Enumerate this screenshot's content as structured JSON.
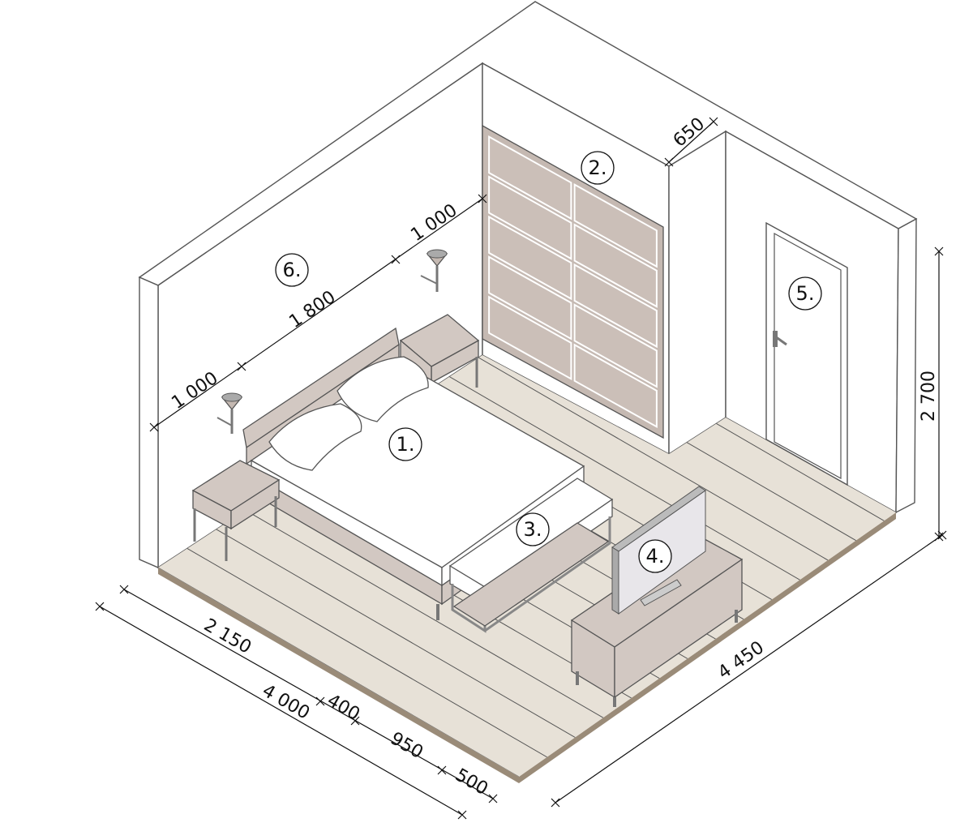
{
  "labels": {
    "bed": "1.",
    "wardrobe": "2.",
    "bench": "3.",
    "tv": "4.",
    "door": "5.",
    "wall_lamps": "6."
  },
  "dimensions": {
    "niche_depth": "650",
    "room_height": "2 700",
    "room_length": "4 450",
    "room_width": "4 000",
    "wall_left_margin": "1 000",
    "lamp_spacing": "1 800",
    "wall_right_margin": "1 000",
    "bed_to_wall": "2 150",
    "gap": "400",
    "bench_depth": "950",
    "front_gap": "500"
  },
  "colors": {
    "floor": "#e7e1d7",
    "furniture": "#d2c8c2",
    "wardrobe": "#c5b9b2",
    "tv_screen": "#e8e6ea"
  }
}
